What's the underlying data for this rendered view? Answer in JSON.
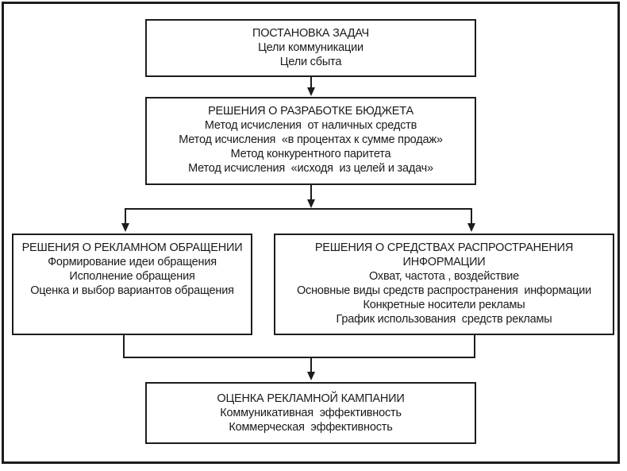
{
  "diagram": {
    "type": "flowchart",
    "language": "ru",
    "colors": {
      "line": "#1d1d1d",
      "text": "#1a1a1a",
      "background": "#ffffff"
    },
    "boxes": [
      {
        "id": "tasks",
        "title": "ПОСТАНОВКА ЗАДАЧ",
        "items": [
          "Цели коммуникации",
          "Цели сбыта"
        ]
      },
      {
        "id": "budget",
        "title": "РЕШЕНИЯ О РАЗРАБОТКЕ БЮДЖЕТА",
        "items": [
          "Метод исчисления  от наличных средств",
          "Метод исчисления  «в процентах к сумме продаж»",
          "Метод конкурентного паритета",
          "Метод исчисления  «исходя  из целей и задач»"
        ]
      },
      {
        "id": "message",
        "title": "РЕШЕНИЯ О РЕКЛАМНОМ ОБРАЩЕНИИ",
        "items": [
          "Формирование идеи обращения",
          "Исполнение обращения",
          "Оценка и выбор вариантов обращения"
        ]
      },
      {
        "id": "media",
        "title": "РЕШЕНИЯ О СРЕДСТВАХ РАСПРОСТРАНЕНИЯ ИНФОРМАЦИИ",
        "items": [
          "Охват, частота , воздействие",
          "Основные виды средств распространения  информации",
          "Конкретные носители рекламы",
          "График использования  средств рекламы"
        ]
      },
      {
        "id": "evaluation",
        "title": "ОЦЕНКА РЕКЛАМНОЙ КАМПАНИИ",
        "items": [
          "Коммуникативная  эффективность",
          "Коммерческая  эффективность"
        ]
      }
    ],
    "flow": [
      "tasks -> budget",
      "budget -> message",
      "budget -> media",
      "message -> evaluation",
      "media -> evaluation"
    ]
  }
}
